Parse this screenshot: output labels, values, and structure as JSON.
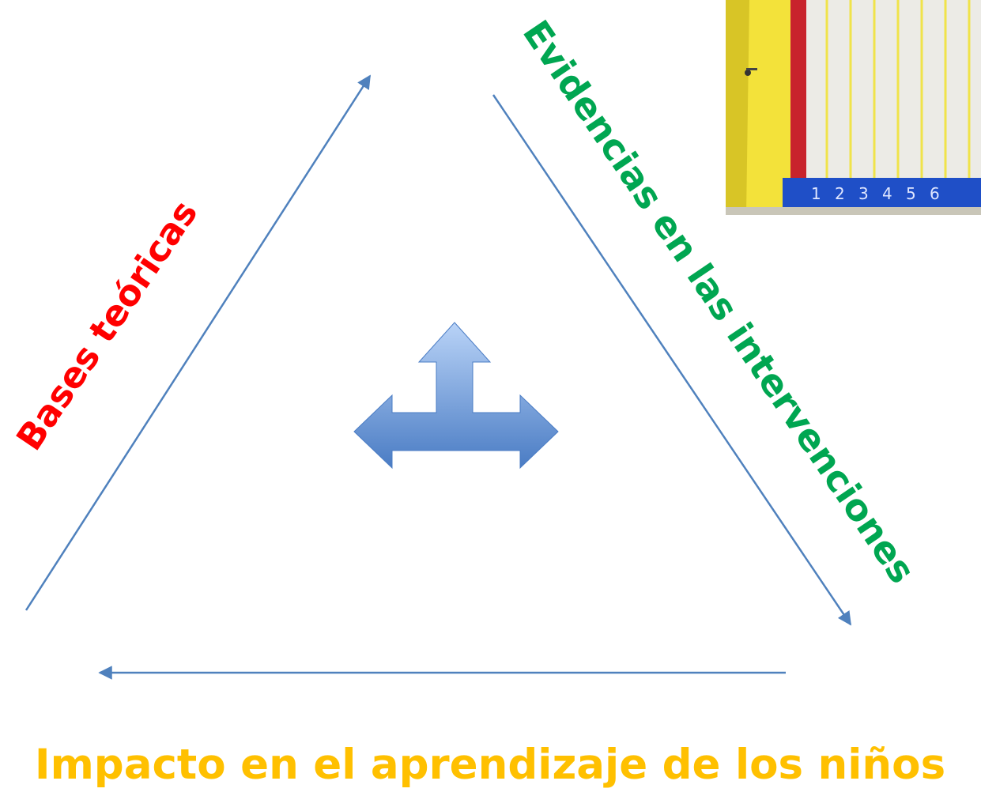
{
  "labels": {
    "left": "Bases teóricas",
    "right": "Evidencias en las intervenciones",
    "bottom": "Impacto en el aprendizaje de los niños"
  },
  "photo": {
    "numbers": [
      "1",
      "2",
      "3",
      "4",
      "5",
      "6"
    ]
  },
  "colors": {
    "left": "#ff0000",
    "right": "#00a651",
    "bottom": "#ffc000",
    "arrow_line": "#4f81bd",
    "tee_top": "#b9d3f7",
    "tee_bottom": "#4a7cc4"
  }
}
